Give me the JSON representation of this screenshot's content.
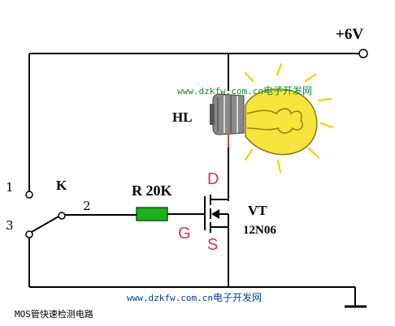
{
  "diagram": {
    "supply_label": "+6V",
    "lamp_label": "HL",
    "switch_label": "K",
    "switch_pin1": "1",
    "switch_pin2": "2",
    "switch_pin3": "3",
    "resistor_label": "R 20K",
    "gate_label": "G",
    "drain_label": "D",
    "source_label": "S",
    "transistor_label": "VT",
    "transistor_model": "12N06",
    "caption": "MOS管快速检测电路",
    "watermark_top_url": "www.dzkfw.com.cn",
    "watermark_top_text": "电子开发网",
    "watermark_bottom_url": "www.dzkfw.com.cn",
    "watermark_bottom_text": "电子开发网"
  },
  "colors": {
    "wire": "#000000",
    "lamp_glow": "#f5e23a",
    "resistor": "#19b219",
    "pin_labels": "#e0304a",
    "watermark_top": "#0a8f2a",
    "watermark_bottom": "#0a3aa0"
  }
}
